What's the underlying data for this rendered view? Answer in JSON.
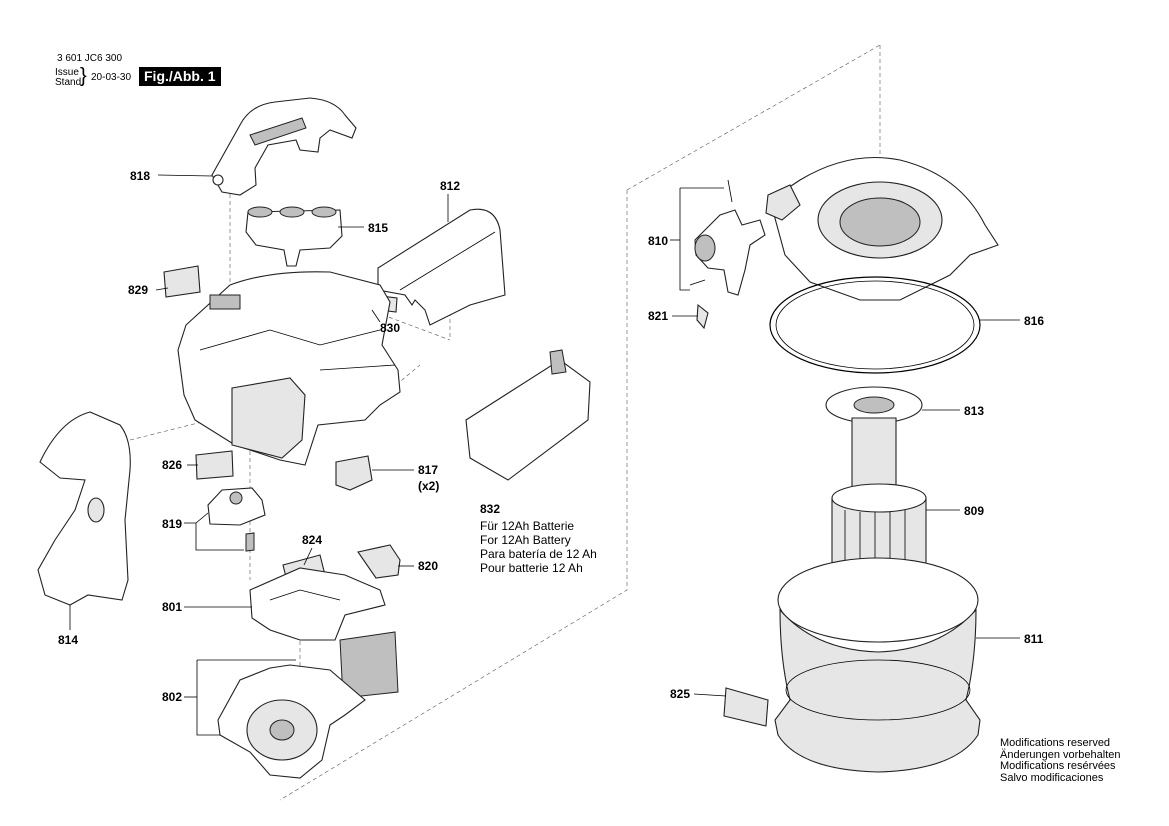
{
  "header": {
    "doc_number": "3 601 JC6 300",
    "issue_label": "Issue",
    "stand_label": "Stand",
    "date": "20-03-30",
    "figure_label": "Fig./Abb. 1"
  },
  "parts": [
    {
      "id": "818",
      "label": "818"
    },
    {
      "id": "815",
      "label": "815"
    },
    {
      "id": "812",
      "label": "812"
    },
    {
      "id": "829",
      "label": "829"
    },
    {
      "id": "830",
      "label": "830"
    },
    {
      "id": "826",
      "label": "826"
    },
    {
      "id": "817",
      "label": "817",
      "qty": "(x2)"
    },
    {
      "id": "832",
      "label": "832"
    },
    {
      "id": "819",
      "label": "819"
    },
    {
      "id": "824",
      "label": "824"
    },
    {
      "id": "820",
      "label": "820"
    },
    {
      "id": "801",
      "label": "801"
    },
    {
      "id": "814",
      "label": "814"
    },
    {
      "id": "802",
      "label": "802"
    },
    {
      "id": "810",
      "label": "810"
    },
    {
      "id": "821",
      "label": "821"
    },
    {
      "id": "816",
      "label": "816"
    },
    {
      "id": "813",
      "label": "813"
    },
    {
      "id": "809",
      "label": "809"
    },
    {
      "id": "811",
      "label": "811"
    },
    {
      "id": "825",
      "label": "825"
    }
  ],
  "battery_notes": [
    "Für 12Ah Batterie",
    "For 12Ah Battery",
    "Para batería de 12 Ah",
    "Pour batterie 12 Ah"
  ],
  "modifications": [
    "Modifications reserved",
    "Änderungen vorbehalten",
    "Modifications resérvées",
    "Salvo modificaciones"
  ]
}
